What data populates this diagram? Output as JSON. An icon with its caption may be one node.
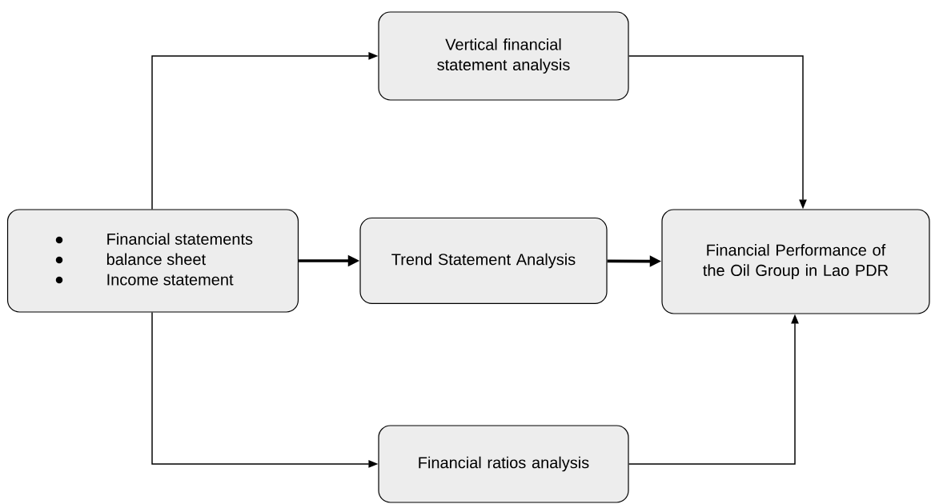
{
  "diagram": {
    "nodes": [
      {
        "text": [
          "Financial statements",
          "balance sheet",
          "Income statement"
        ]
      },
      {
        "text": [
          "Vertical financial statement analysis"
        ]
      },
      {
        "text": [
          "Trend Statement Analysis"
        ]
      },
      {
        "text": [
          "Financial Performance of the Oil Group in Lao PDR"
        ]
      },
      {
        "text": [
          "Financial ratios analysis"
        ]
      }
    ],
    "edges": [
      {
        "from": 0,
        "to": 1,
        "arrow": "to"
      },
      {
        "from": 0,
        "to": 2,
        "arrow": "to",
        "style": "thick"
      },
      {
        "from": 0,
        "to": 4,
        "arrow": "to"
      },
      {
        "from": 1,
        "to": 3,
        "arrow": "to"
      },
      {
        "from": 2,
        "to": 3,
        "arrow": "to",
        "style": "thick"
      },
      {
        "from": 4,
        "to": 3,
        "arrow": "to"
      }
    ]
  }
}
